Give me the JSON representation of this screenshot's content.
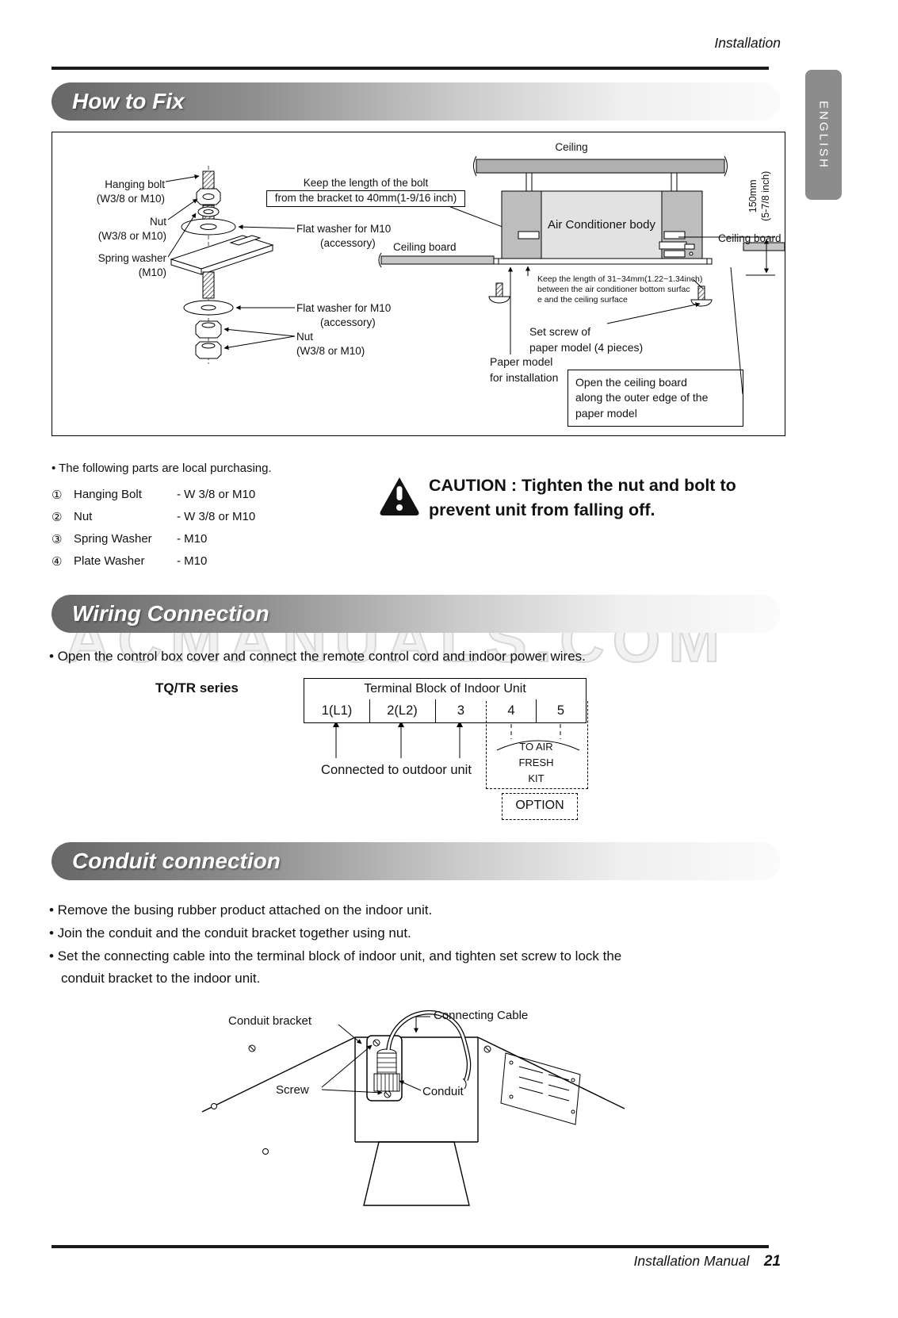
{
  "page": {
    "header": "Installation",
    "language_tab": "ENGLISH",
    "watermark": "ACMANUALS.COM",
    "footer": {
      "label": "Installation Manual",
      "page_number": "21"
    }
  },
  "how_to_fix": {
    "title": "How to Fix",
    "diagram": {
      "ceiling": "Ceiling",
      "ac_body": "Air Conditioner body",
      "ceiling_board_left": "Ceiling board",
      "ceiling_board_right": "Ceiling board",
      "dim_150mm": "150mm",
      "dim_150mm_inch": "(5-7/8 inch)",
      "bolt_note_line1": "Keep the length of the bolt",
      "bolt_note_line2": "from the bracket to 40mm(1-9/16 inch)",
      "hanging_bolt_line1": "Hanging bolt",
      "hanging_bolt_line2": "(W3/8 or M10)",
      "nut_top_line1": "Nut",
      "nut_top_line2": "(W3/8 or M10)",
      "spring_washer_line1": "Spring washer",
      "spring_washer_line2": "(M10)",
      "flat_washer_top_line1": "Flat washer for M10",
      "flat_washer_top_line2": "(accessory)",
      "flat_washer_bottom_line1": "Flat washer for M10",
      "flat_washer_bottom_line2": "(accessory)",
      "nut_bottom_line1": "Nut",
      "nut_bottom_line2": "(W3/8 or M10)",
      "gap_note_line1": "Keep the length of 31~34mm(1.22~1.34inch)",
      "gap_note_line2": "between the air conditioner bottom surfac",
      "gap_note_line3": "e and the ceiling surface",
      "set_screw_line1": "Set screw of",
      "set_screw_line2": "paper model (4 pieces)",
      "paper_model_line1": "Paper model",
      "paper_model_line2": "for installation",
      "open_board_line1": "Open the ceiling board",
      "open_board_line2": "along the outer edge of the",
      "open_board_line3": "paper model"
    },
    "parts_intro": "• The following parts are local purchasing.",
    "parts": [
      {
        "num": "①",
        "name": "Hanging Bolt",
        "spec": "- W 3/8 or M10"
      },
      {
        "num": "②",
        "name": "Nut",
        "spec": "- W 3/8 or M10"
      },
      {
        "num": "③",
        "name": "Spring Washer",
        "spec": "- M10"
      },
      {
        "num": "④",
        "name": "Plate Washer",
        "spec": "- M10"
      }
    ],
    "caution_line1": "CAUTION : Tighten the nut and bolt to",
    "caution_line2": "prevent unit from falling off."
  },
  "wiring": {
    "title": "Wiring Connection",
    "bullet": "• Open the control box cover and connect the remote control cord and indoor power wires.",
    "series_label": "TQ/TR series",
    "table_title": "Terminal Block of Indoor Unit",
    "terminals": [
      "1(L1)",
      "2(L2)",
      "3",
      "4",
      "5"
    ],
    "connected_label": "Connected to outdoor unit",
    "air_fresh_line1": "TO AIR",
    "air_fresh_line2": "FRESH",
    "air_fresh_line3": "KIT",
    "option": "OPTION"
  },
  "conduit": {
    "title": "Conduit connection",
    "bullets": [
      "• Remove the busing rubber product attached on the indoor unit.",
      "• Join the conduit and the conduit bracket together using nut.",
      "• Set the connecting cable into the terminal block of indoor unit, and tighten set screw to lock the"
    ],
    "bullet3_line2": "conduit bracket to the indoor unit.",
    "labels": {
      "conduit_bracket": "Conduit bracket",
      "connecting_cable": "Connecting Cable",
      "screw": "Screw",
      "conduit": "Conduit"
    }
  },
  "colors": {
    "bar_gradient_start": "#676767",
    "bar_gradient_end": "#fbfbfb",
    "tab_bg": "#8c8c8c",
    "slab_gray": "#b0b0b0",
    "body_outer_gray": "#bdbdbd",
    "body_inner_gray": "#e2e2e2",
    "watermark_gray": "#d8d8d8"
  }
}
